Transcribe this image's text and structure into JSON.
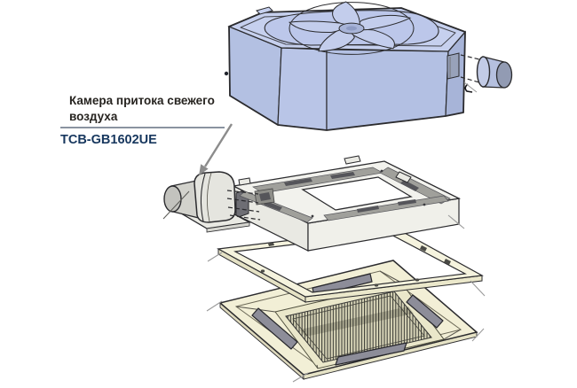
{
  "callout": {
    "label_line1": "Камера притока свежего",
    "label_line2": "воздуха",
    "part_number": "TCB-GB1602UE"
  },
  "colors": {
    "label_text": "#26231f",
    "part_number_text": "#17375e",
    "callout_rule": "#8a93a0",
    "arrow": "#8c8c8c",
    "unit_top": "#c6d0ee",
    "unit_front": "#b9c5e7",
    "unit_front2": "#b3c0e3",
    "unit_side": "#a7b4d8",
    "fan_plate": "#bcc7ea",
    "fan_blade": "#c3cdec",
    "duct_body": "#b5c0df",
    "duct_face": "#929bb3",
    "duct_flange": "#c2cbe6",
    "chamber_body": "#e5e5df",
    "chamber_stub": "#d2d2cc",
    "chamber_cap": "#c3c3be",
    "frame_top": "#f2f2ed",
    "frame_face": "#e9e9e3",
    "frame_face2": "#f0f0ea",
    "frame_channel": "#a0a09b",
    "frame_slot": "#55555a",
    "gasket_top": "#f5f3de",
    "gasket_edge": "#e5e2c5",
    "panel_top": "#f2efd6",
    "panel_edge": "#ded9bd",
    "tray": "#eae7ca",
    "grille": "#d8d5b8",
    "louver": "#8d8d99"
  }
}
